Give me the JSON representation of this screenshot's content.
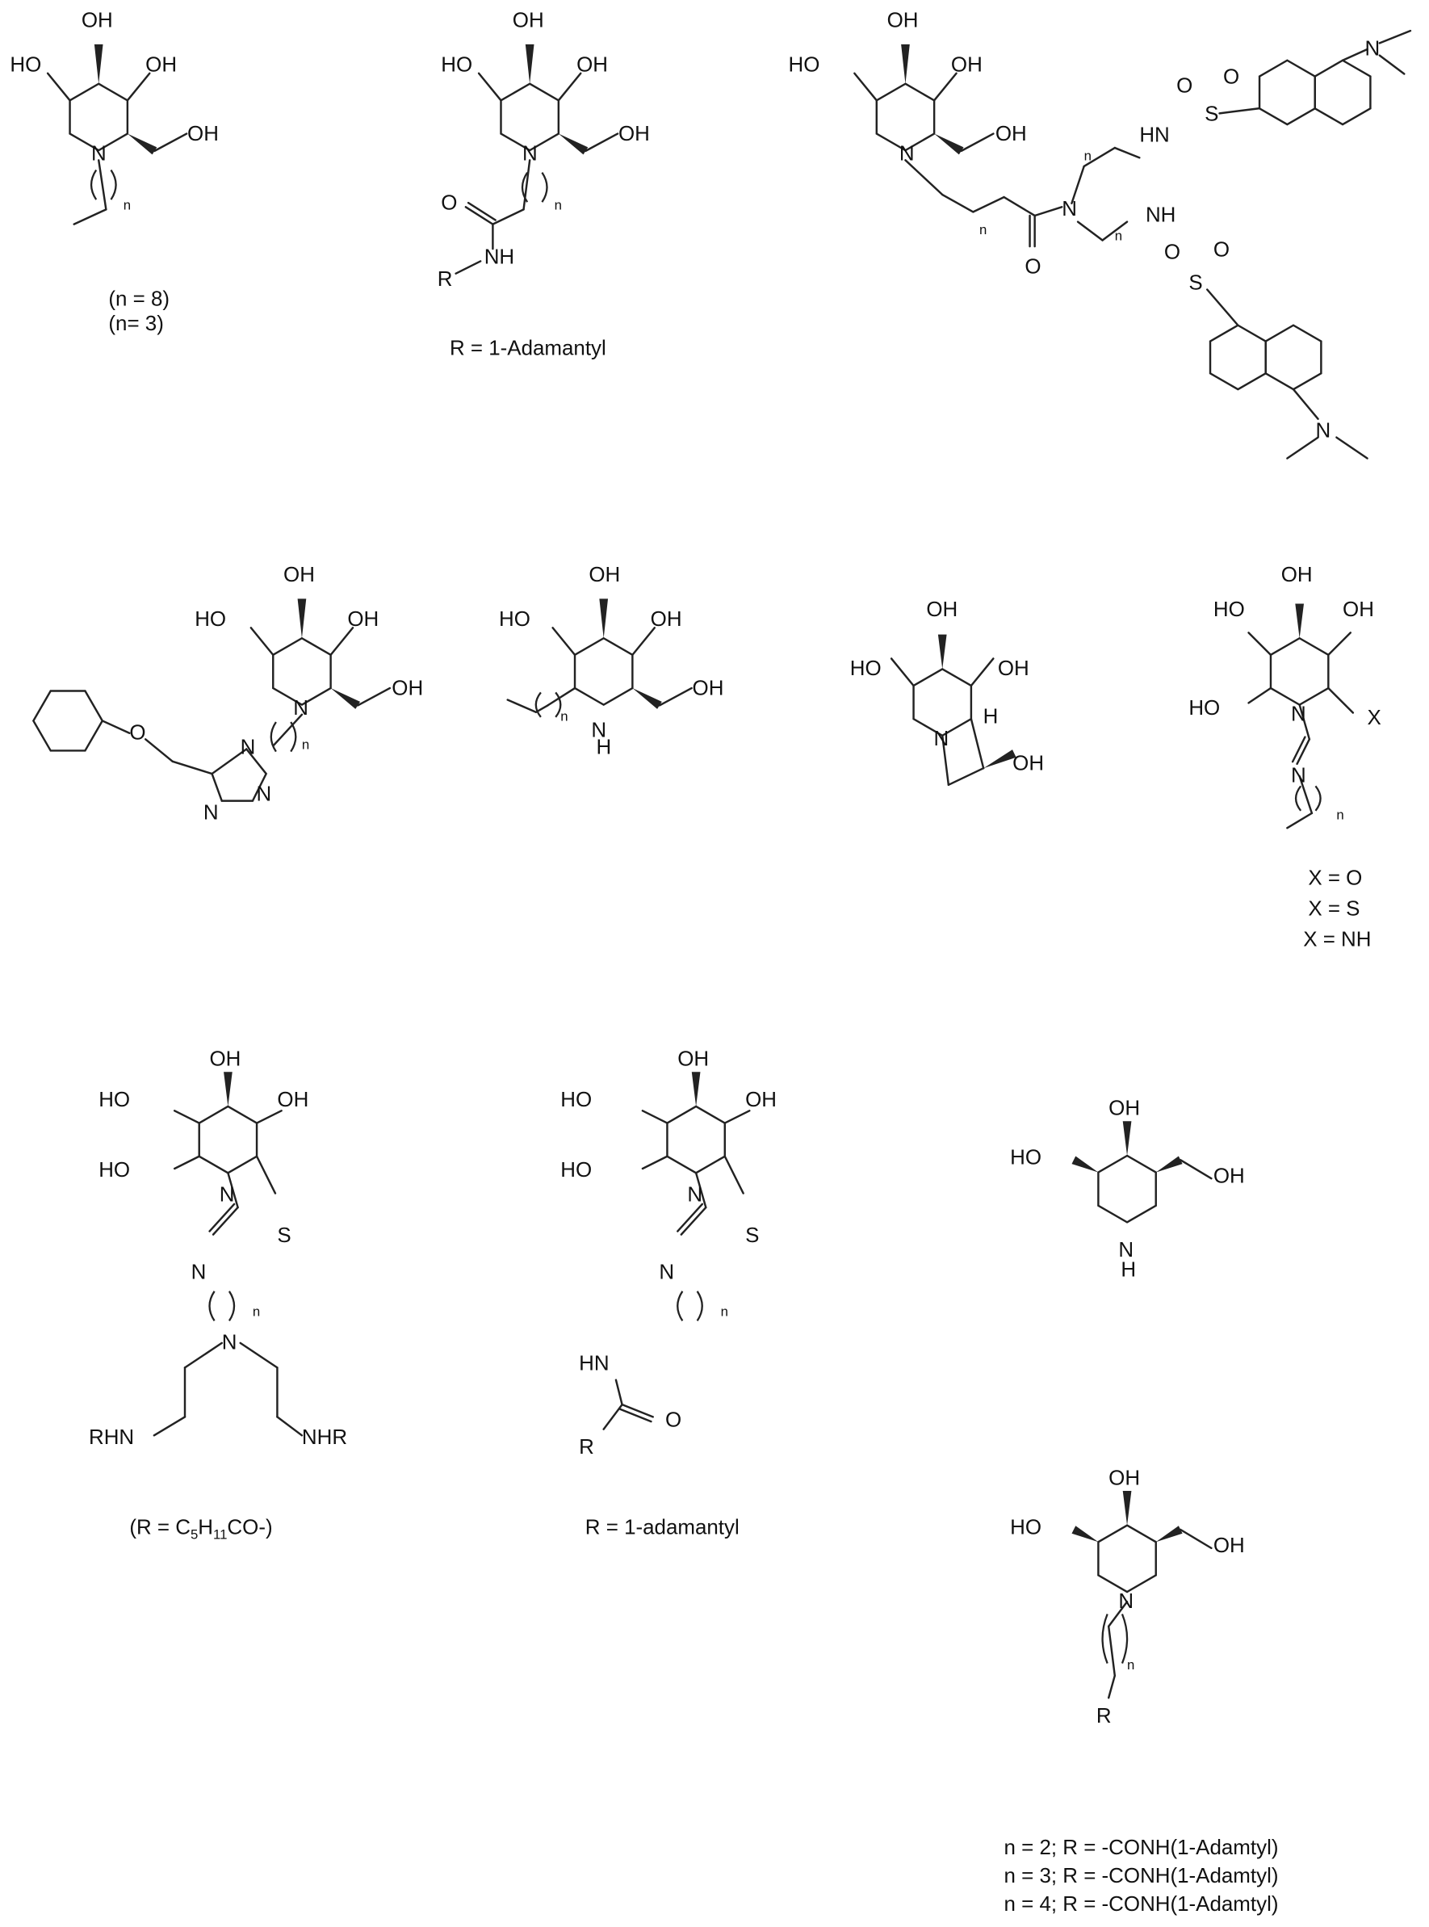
{
  "figure": {
    "compounds": [
      {
        "labels": [
          "OH",
          "HO",
          "OH",
          "OH",
          "N",
          "n"
        ],
        "captions": [
          "(n = 8)",
          "(n= 3)"
        ]
      },
      {
        "labels": [
          "OH",
          "HO",
          "OH",
          "OH",
          "N",
          "n",
          "O",
          "NH",
          "R"
        ],
        "captions": [
          "R = 1-Adamantyl"
        ]
      },
      {
        "labels": [
          "OH",
          "HO",
          "OH",
          "OH",
          "N",
          "n",
          "O",
          "N",
          "n",
          "n",
          "HN",
          "NH",
          "S",
          "O",
          "O",
          "S",
          "O",
          "O",
          "N",
          "N"
        ],
        "captions": []
      },
      {
        "labels": [
          "OH",
          "HO",
          "OH",
          "OH",
          "N",
          "n",
          "O",
          "N",
          "N",
          "N"
        ],
        "captions": []
      },
      {
        "labels": [
          "OH",
          "HO",
          "OH",
          "OH",
          "N",
          "H",
          "n"
        ],
        "captions": []
      },
      {
        "labels": [
          "OH",
          "HO",
          "OH",
          "OH",
          "N",
          "H"
        ],
        "captions": []
      },
      {
        "labels": [
          "OH",
          "HO",
          "OH",
          "HO",
          "N",
          "X",
          "N",
          "n"
        ],
        "captions": [
          "X = O",
          "X = S",
          "X = NH"
        ]
      },
      {
        "labels": [
          "OH",
          "HO",
          "OH",
          "HO",
          "N",
          "S",
          "N",
          "n",
          "N",
          "RHN",
          "NHR"
        ],
        "captions": []
      },
      {
        "labels": [
          "OH",
          "HO",
          "OH",
          "HO",
          "N",
          "S",
          "N",
          "n",
          "HN",
          "R",
          "O"
        ],
        "captions": [
          "R = 1-adamantyl"
        ]
      },
      {
        "labels": [
          "OH",
          "HO",
          "OH",
          "N",
          "H"
        ],
        "captions": []
      },
      {
        "labels": [
          "OH",
          "HO",
          "OH",
          "N",
          "n",
          "R"
        ],
        "captions": [
          "n = 2; R = -CONH(1-Adamtyl)",
          "n = 3; R = -CONH(1-Adamtyl)",
          "n = 4; R = -CONH(1-Adamtyl)"
        ]
      }
    ],
    "formula_caption": {
      "open": "(R = C",
      "c_count": "5",
      "h": "H",
      "h_count": "11",
      "close": "CO-)"
    }
  }
}
